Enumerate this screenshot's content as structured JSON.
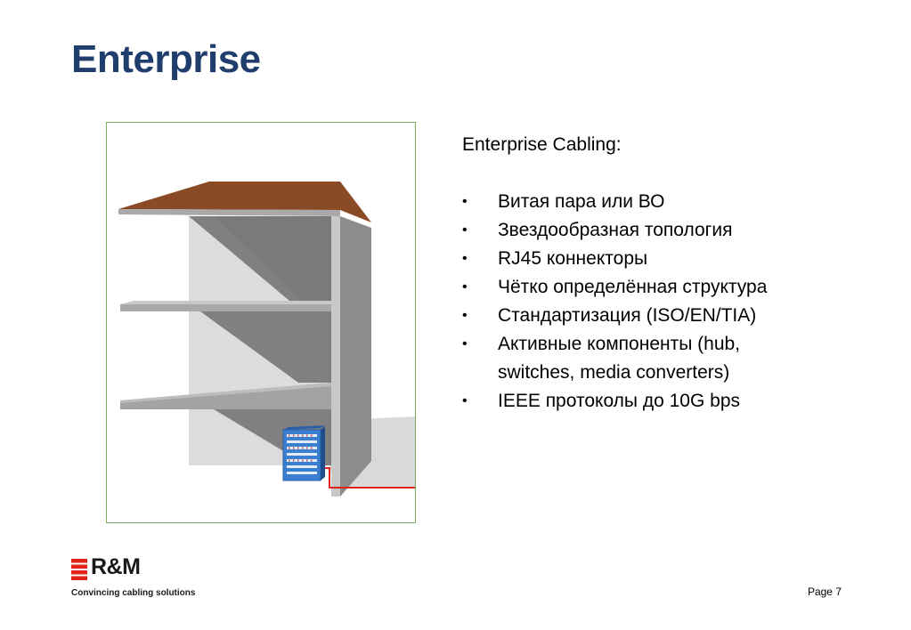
{
  "slide": {
    "title": "Enterprise",
    "heading": "Enterprise Cabling:",
    "bullets": [
      "Витая пара или ВО",
      "Звездообразная топология",
      "RJ45 коннекторы",
      "Чётко определённая структура",
      "Стандартизация (ISO/EN/TIA)",
      "Активные компоненты  (hub,\nswitches, media converters)",
      "IEEE протоколы до 10G bps"
    ],
    "bullet_symbol": "•",
    "page_label": "Page 7"
  },
  "logo": {
    "brand": "R&M",
    "tagline": "Convincing cabling solutions",
    "accent_color": "#e2231a"
  },
  "figure": {
    "description_icon": "building-cabling-illustration",
    "roof_color": "#8a4a26",
    "wall_color": "#8a8a8a",
    "cable_color": "#e2231a",
    "rack_color": "#3b7fd1"
  },
  "colors": {
    "title": "#1f3e6e",
    "figure_border": "#7cae5f"
  }
}
